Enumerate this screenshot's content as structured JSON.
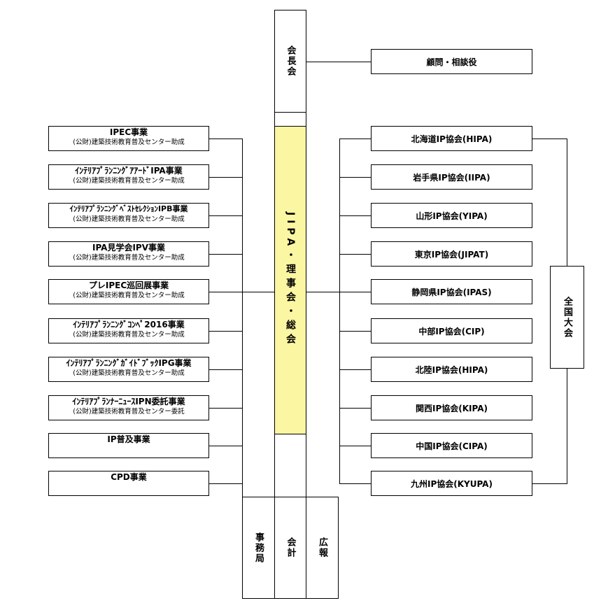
{
  "top": {
    "chairmen_council": "会長会",
    "advisor": "顧問・相談役"
  },
  "center": {
    "board": "JIPA・理事会・総会",
    "highlight_color": "#fbf6a1"
  },
  "bottom": {
    "secretariat": "事務局",
    "accounting": "会計",
    "pr": "広報"
  },
  "national": {
    "label": "全国大会"
  },
  "programs": [
    {
      "title": "IPEC事業",
      "sub": "(公財)建築技術教育普及センター助成"
    },
    {
      "title": "ｲﾝﾃﾘｱﾌﾟﾗﾝﾆﾝｸﾞｱｱｰﾄﾞIPA事業",
      "sub": "(公財)建築技術教育普及センター助成"
    },
    {
      "title": "ｲﾝﾃﾘｱﾌﾟﾗﾝﾆﾝｸﾞﾍﾞｽﾄｾﾚｸｼｮﾝIPB事業",
      "sub": "(公財)建築技術教育普及センター助成"
    },
    {
      "title": "IPA見学会IPV事業",
      "sub": "(公財)建築技術教育普及センター助成"
    },
    {
      "title": "プレIPEC巡回展事業",
      "sub": "(公財)建築技術教育普及センター助成"
    },
    {
      "title": "ｲﾝﾃﾘｱﾌﾟﾗﾝﾆﾝｸﾞｺﾝﾍﾟ2016事業",
      "sub": "(公財)建築技術教育普及センター助成"
    },
    {
      "title": "ｲﾝﾃﾘｱﾌﾟﾗﾝﾆﾝｸﾞｶﾞｲﾄﾞﾌﾞｯｸIPG事業",
      "sub": "(公財)建築技術教育普及センター助成"
    },
    {
      "title": "ｲﾝﾃﾘｱﾌﾟﾗﾝﾅｰﾆｭｰｽIPN委託事業",
      "sub": "(公財)建築技術教育普及センター委託"
    },
    {
      "title": "IP普及事業",
      "sub": ""
    },
    {
      "title": "CPD事業",
      "sub": ""
    }
  ],
  "associations": [
    "北海道IP協会(HIPA)",
    "岩手県IP協会(IIPA)",
    "山形IP協会(YIPA)",
    "東京IP協会(JIPAT)",
    "静岡県IP協会(IPAS)",
    "中部IP協会(CIP)",
    "北陸IP協会(HIPA)",
    "関西IP協会(KIPA)",
    "中国IP協会(CIPA)",
    "九州IP協会(KYUPA)"
  ]
}
